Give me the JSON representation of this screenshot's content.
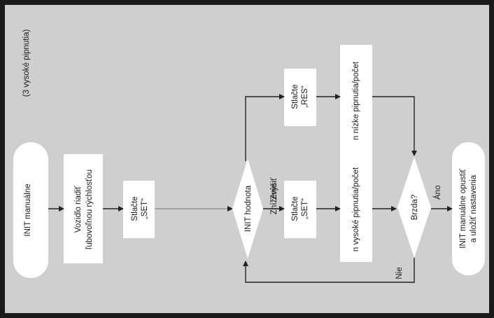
{
  "diagram": {
    "note": "(3 vysoké pipnutia)",
    "nodes": {
      "start": "INIT manuálne",
      "drive_line1": "Vozidlo riadiť",
      "drive_line2": "ľubovoľnou rýchlosťou",
      "press_set_1_line1": "Stlačte",
      "press_set_1_line2": "„SET“",
      "decision_init": "INIT hodnota",
      "press_res_line1": "Stlačte",
      "press_res_line2": "„RES“",
      "press_set_2_line1": "Stlačte",
      "press_set_2_line2": "„SET“",
      "low_beeps": "n nízke pipnutia/počet",
      "high_beeps": "n vysoké pipnutia/počet",
      "decision_brake": "Brzda?",
      "end_line1": "INIT manuálne opustiť",
      "end_line2": "a uložiť nastavenia"
    },
    "edge_labels": {
      "increase": "Zvýšiť",
      "decrease": "Zníženie",
      "yes": "Áno",
      "no": "Nie"
    }
  }
}
